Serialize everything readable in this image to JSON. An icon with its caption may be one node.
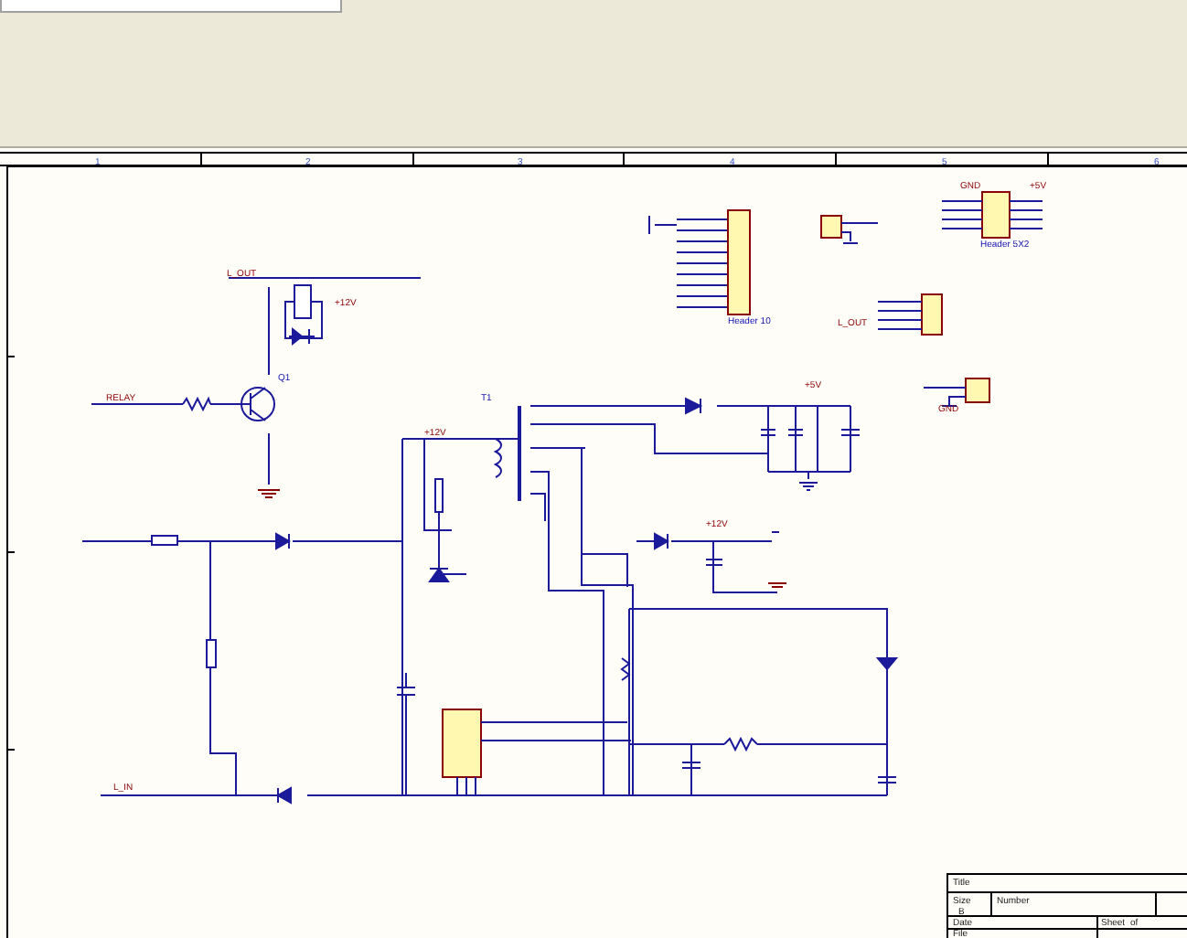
{
  "diagram": {
    "labels": [
      "1",
      "2",
      "3",
      "4",
      "5",
      "6",
      "L_OUT",
      "+12V",
      "RELAY",
      "Q1",
      "T1",
      "+12V",
      "+5V",
      "Header 10",
      "L_OUT",
      "GND",
      "+5V",
      "Header 5X2",
      "GND",
      "+12V",
      "L_IN",
      "Title",
      "Size",
      "Number",
      "B",
      "Date",
      "File",
      "Sheet",
      "of"
    ]
  }
}
